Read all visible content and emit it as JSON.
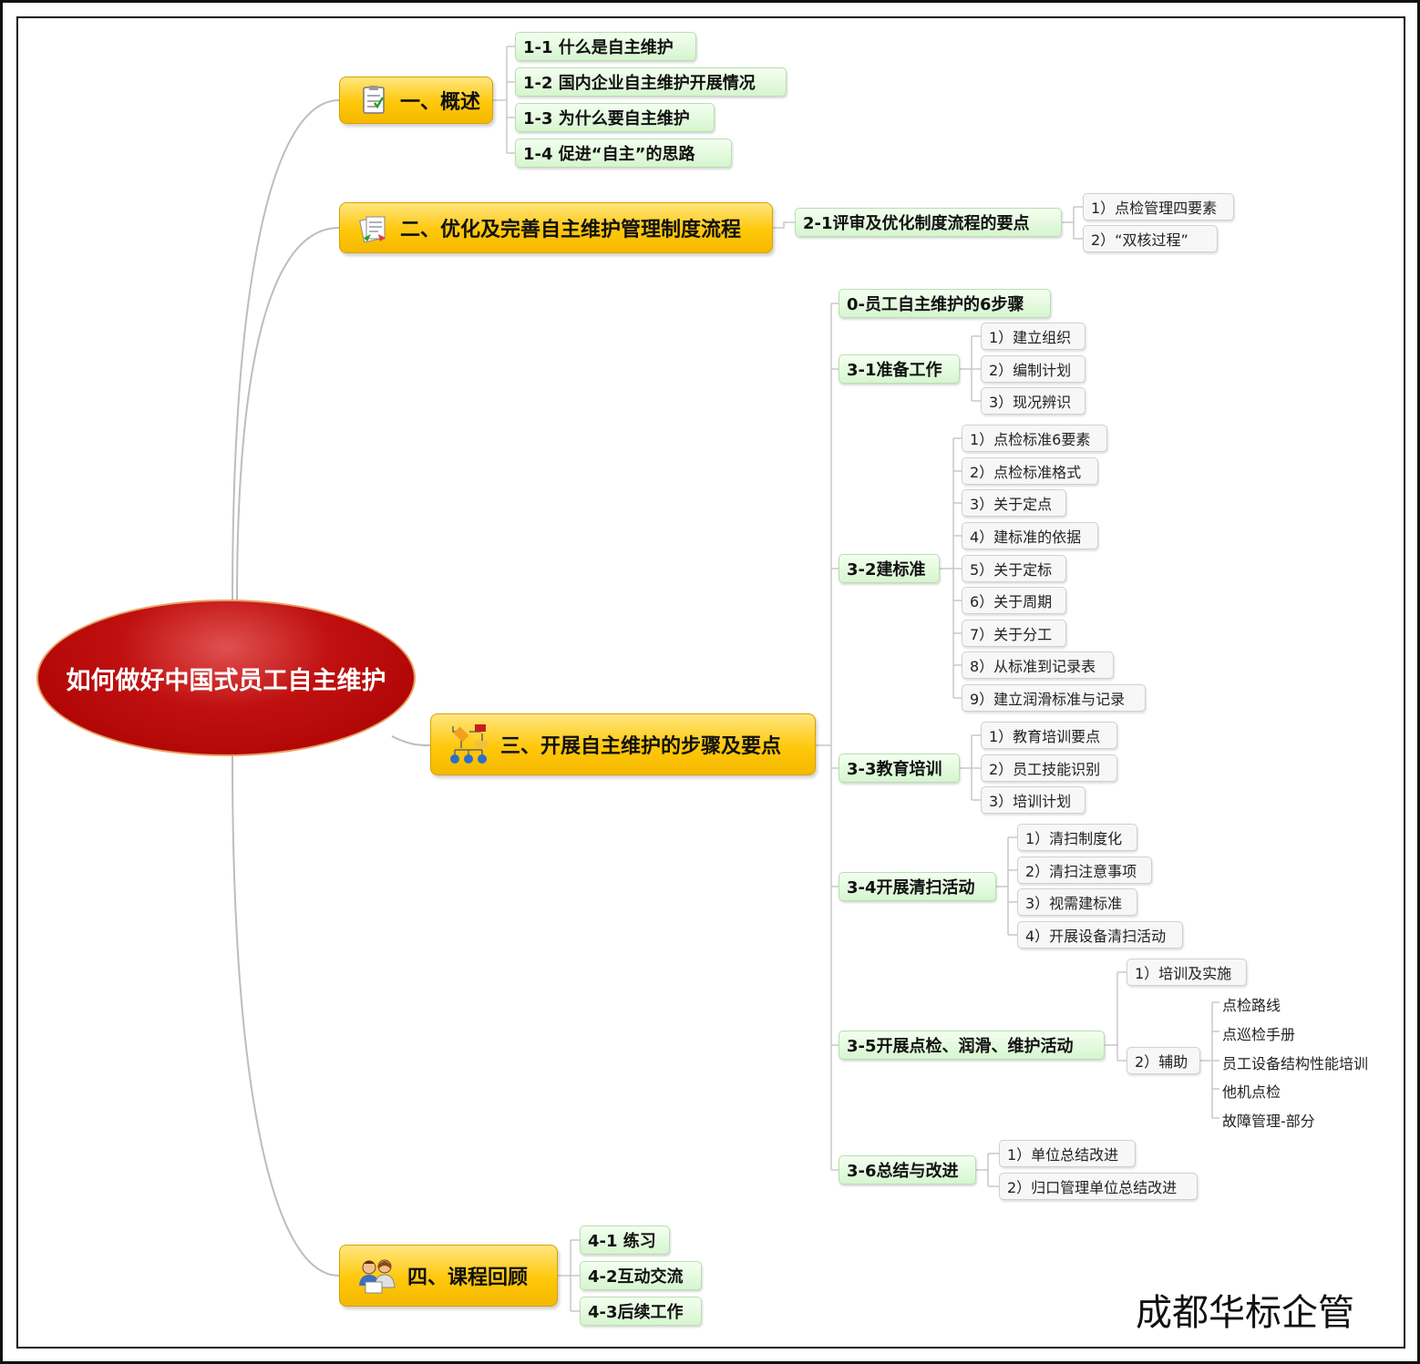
{
  "root": "如何做好中国式员工自主维护",
  "branch1": {
    "label": "一、概述",
    "icon": "checklist-icon",
    "items": [
      "1-1 什么是自主维护",
      "1-2 国内企业自主维护开展情况",
      "1-3 为什么要自主维护",
      "1-4 促进“自主”的思路"
    ]
  },
  "branch2": {
    "label": "二、优化及完善自主维护管理制度流程",
    "icon": "documents-icon",
    "sub": "2-1评审及优化制度流程的要点",
    "leaves": [
      "1）点检管理四要素",
      "2）“双核过程”"
    ]
  },
  "branch3": {
    "label": "三、开展自主维护的步骤及要点",
    "icon": "flowchart-icon",
    "s0": "0-员工自主维护的6步骤",
    "s1": {
      "label": "3-1准备工作",
      "leaves": [
        "1）建立组织",
        "2）编制计划",
        "3）现况辨识"
      ]
    },
    "s2": {
      "label": "3-2建标准",
      "leaves": [
        "1）点检标准6要素",
        "2）点检标准格式",
        "3）关于定点",
        "4）建标准的依据",
        "5）关于定标",
        "6）关于周期",
        "7）关于分工",
        "8）从标准到记录表",
        "9）建立润滑标准与记录"
      ]
    },
    "s3": {
      "label": "3-3教育培训",
      "leaves": [
        "1）教育培训要点",
        "2）员工技能识别",
        "3）培训计划"
      ]
    },
    "s4": {
      "label": "3-4开展清扫活动",
      "leaves": [
        "1）清扫制度化",
        "2）清扫注意事项",
        "3）视需建标准",
        "4）开展设备清扫活动"
      ]
    },
    "s5": {
      "label": "3-5开展点检、润滑、维护活动",
      "leaf1": "1）培训及实施",
      "leaf2": "2）辅助",
      "details": [
        "点检路线",
        "点巡检手册",
        "员工设备结构性能培训",
        "他机点检",
        "故障管理-部分"
      ]
    },
    "s6": {
      "label": "3-6总结与改进",
      "leaves": [
        "1）单位总结改进",
        "2）归口管理单位总结改进"
      ]
    }
  },
  "branch4": {
    "label": "四、课程回顾",
    "icon": "people-icon",
    "items": [
      "4-1 练习",
      "4-2互动交流",
      "4-3后续工作"
    ]
  },
  "watermark": "成都华标企管"
}
